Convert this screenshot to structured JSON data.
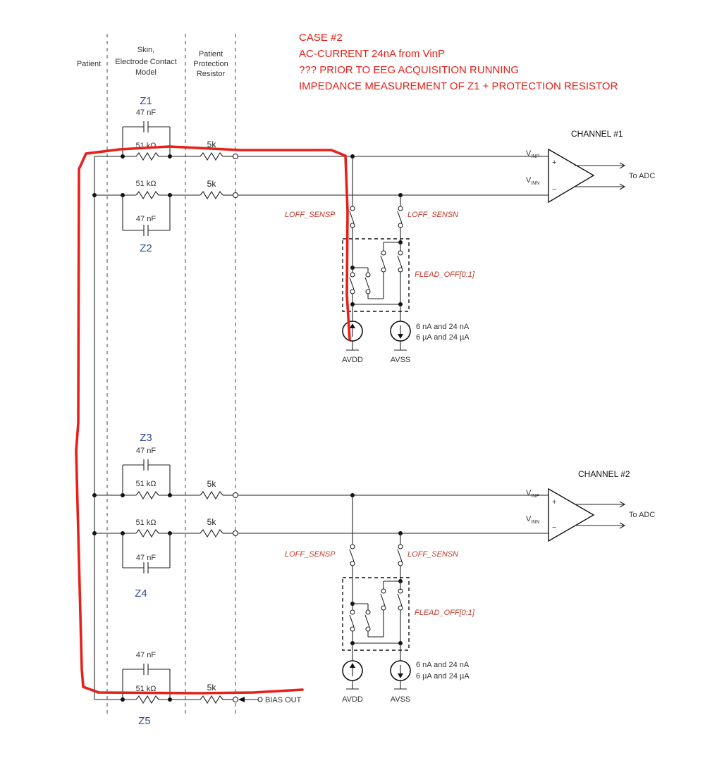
{
  "header_labels": {
    "patient": "Patient",
    "skin_line1": "Skin,",
    "skin_line2": "Electrode Contact",
    "skin_line3": "Model",
    "prot_line1": "Patient",
    "prot_line2": "Protection",
    "prot_line3": "Resistor"
  },
  "annotation": {
    "line1": "CASE #2",
    "line2": "AC-CURRENT 24nA from VinP",
    "line3": "??? PRIOR TO EEG ACQUISITION RUNNING",
    "line4": "IMPEDANCE MEASUREMENT OF Z1 + PROTECTION RESISTOR",
    "color": "#e8201a"
  },
  "impedances": {
    "z1": "Z1",
    "z2": "Z2",
    "z3": "Z3",
    "z4": "Z4",
    "z5": "Z5",
    "cap": "47 nF",
    "res": "51 kΩ",
    "prot": "5k"
  },
  "channels": [
    {
      "title": "CHANNEL #1",
      "vinp_main": "V",
      "vinp_sub": "INP",
      "vinn_main": "V",
      "vinn_sub": "INN",
      "plus": "+",
      "minus": "−",
      "to_adc": "To ADC",
      "loff_p": "LOFF_SENSP",
      "loff_n": "LOFF_SENSN",
      "flead": "FLEAD_OFF[0:1]",
      "avdd": "AVDD",
      "avss": "AVSS",
      "cur1": "6 nA and 24 nA",
      "cur2": "6 µA and 24 µA"
    },
    {
      "title": "CHANNEL #2",
      "vinp_main": "V",
      "vinp_sub": "INP",
      "vinn_main": "V",
      "vinn_sub": "INN",
      "plus": "+",
      "minus": "−",
      "to_adc": "To ADC",
      "loff_p": "LOFF_SENSP",
      "loff_n": "LOFF_SENSN",
      "flead": "FLEAD_OFF[0:1]",
      "avdd": "AVDD",
      "avss": "AVSS",
      "cur1": "6 nA and 24 nA",
      "cur2": "6 µA and 24 µA"
    }
  ],
  "bias_out": "BIAS OUT"
}
